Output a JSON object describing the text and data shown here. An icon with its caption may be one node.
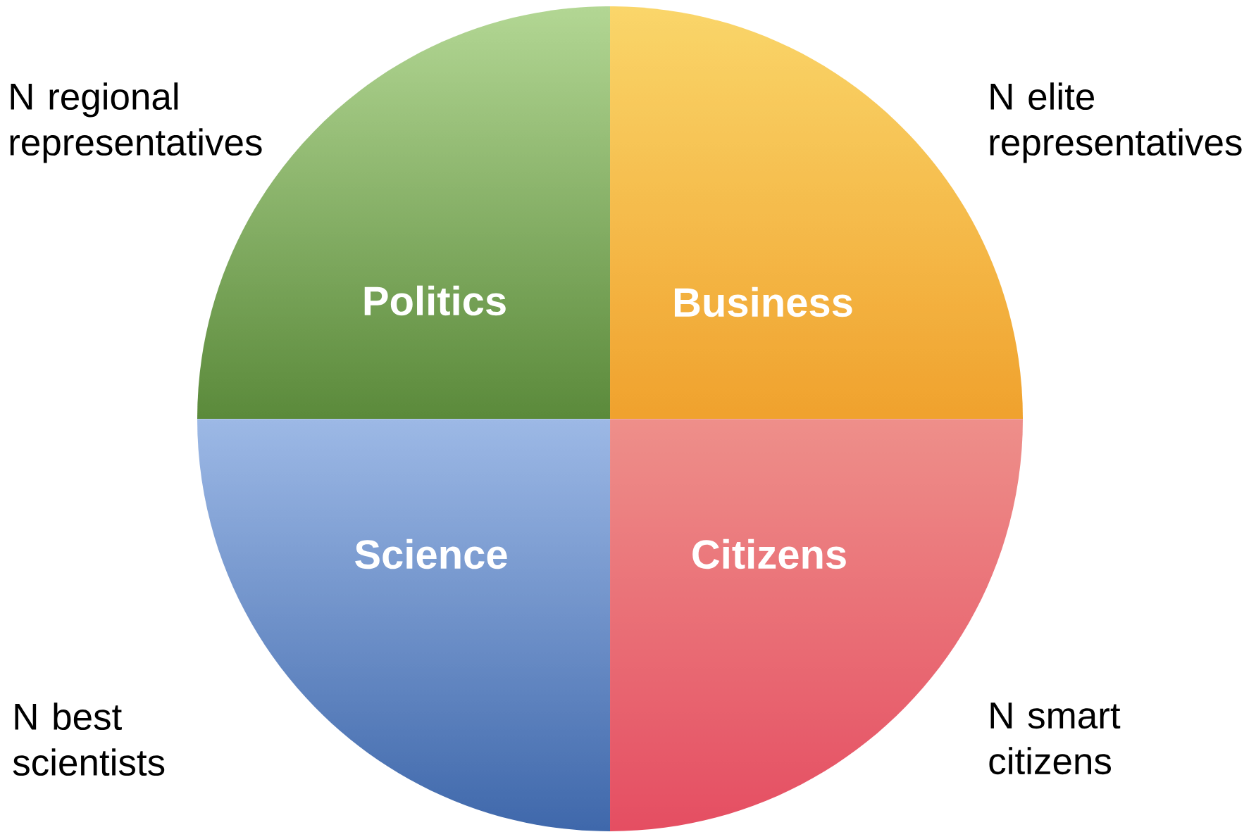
{
  "diagram": {
    "nodes": [
      {
        "text": [
          "Politics"
        ]
      },
      {
        "text": [
          "Business"
        ]
      },
      {
        "text": [
          "Science"
        ]
      },
      {
        "text": [
          "Citizens"
        ]
      }
    ],
    "labels": [
      "N regional representatives",
      "N elite representatives",
      "N best scientists",
      "N smart citizens"
    ]
  }
}
